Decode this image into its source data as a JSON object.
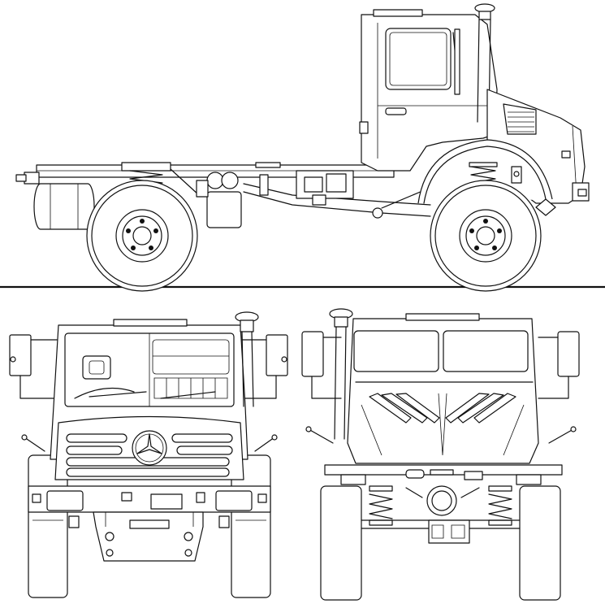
{
  "drawing": {
    "views": [
      "side",
      "front",
      "rear"
    ],
    "stroke_color": "#111111",
    "background_color": "#ffffff"
  }
}
